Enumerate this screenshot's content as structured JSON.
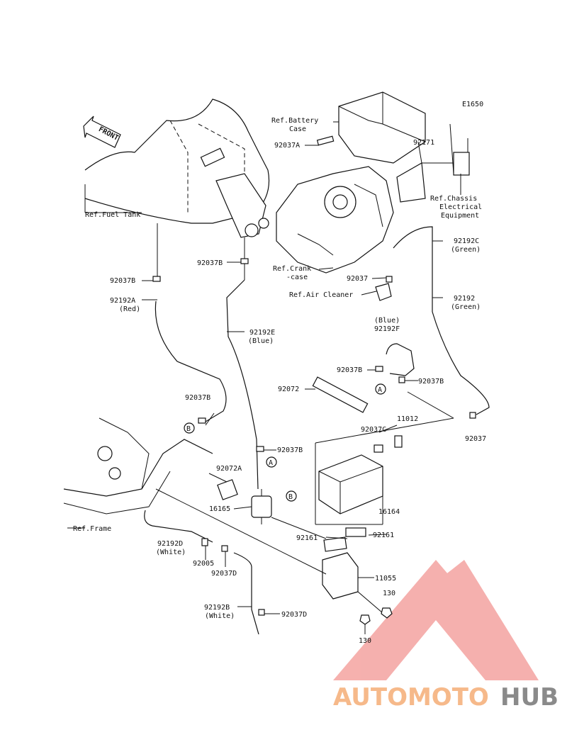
{
  "diagram_code": "E1650",
  "front_label": "FRONT",
  "callouts": {
    "A": "A",
    "B": "B"
  },
  "labels": {
    "ref_battery_case_1": "Ref.Battery",
    "ref_battery_case_2": "Case",
    "p92037A": "92037A",
    "p92171": "92171",
    "ref_chassis_1": "Ref.Chassis",
    "ref_chassis_2": "Electrical",
    "ref_chassis_3": "Equipment",
    "ref_fuel_tank": "Ref.Fuel Tank",
    "p92037B_1": "92037B",
    "p92037B_2": "92037B",
    "p92192A": "92192A",
    "p92192A_color": "(Red)",
    "ref_crankcase_1": "Ref.Crank",
    "ref_crankcase_2": "-case",
    "p92037_1": "92037",
    "ref_air_cleaner": "Ref.Air Cleaner",
    "p92192C": "92192C",
    "p92192C_color": "(Green)",
    "p92192": "92192",
    "p92192_color": "(Green)",
    "p92192E": "92192E",
    "p92192E_color": "(Blue)",
    "p92192F_color": "(Blue)",
    "p92192F": "92192F",
    "p92037B_3": "92037B",
    "p92037B_4": "92037B",
    "p92072": "92072",
    "p92037B_5": "92037B",
    "p11012": "11012",
    "p92037C": "92037C",
    "p92037_2": "92037",
    "p92037B_6": "92037B",
    "p92072A": "92072A",
    "ref_frame": "Ref.Frame",
    "p16165": "16165",
    "p16164": "16164",
    "p92161_1": "92161",
    "p92161_2": "92161",
    "p92192D": "92192D",
    "p92192D_color": "(White)",
    "p92005": "92005",
    "p92037D_1": "92037D",
    "p11055": "11055",
    "p130_1": "130",
    "p92192B": "92192B",
    "p92192B_color": "(White)",
    "p92037D_2": "92037D",
    "p130_2": "130"
  },
  "watermark": {
    "part1": "AUTOMOTO",
    "part2": "HUB",
    "color1": "#f6b98a",
    "color2": "#8a8a8a",
    "triangle_color": "#f4a3a0"
  }
}
